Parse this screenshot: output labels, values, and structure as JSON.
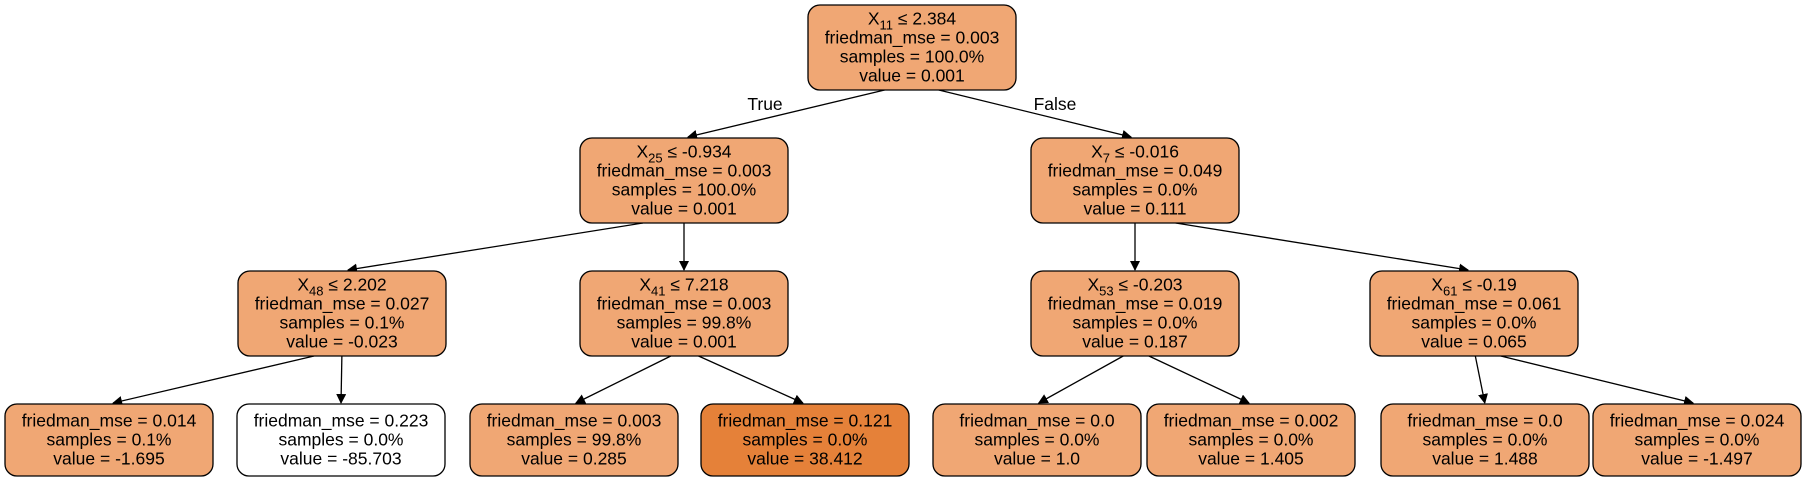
{
  "tree": {
    "edge_labels": {
      "true_label": "True",
      "false_label": "False"
    },
    "nodes": [
      {
        "id": "n0",
        "feature": "X",
        "sub": "11",
        "op": "≤ 2.384",
        "mse": "friedman_mse = 0.003",
        "samples": "samples = 100.0%",
        "value": "value = 0.001",
        "fill": "#f0a774"
      },
      {
        "id": "n1",
        "feature": "X",
        "sub": "25",
        "op": "≤ -0.934",
        "mse": "friedman_mse = 0.003",
        "samples": "samples = 100.0%",
        "value": "value = 0.001",
        "fill": "#f0a774"
      },
      {
        "id": "n2",
        "feature": "X",
        "sub": "7",
        "op": "≤ -0.016",
        "mse": "friedman_mse = 0.049",
        "samples": "samples = 0.0%",
        "value": "value = 0.111",
        "fill": "#f0a774"
      },
      {
        "id": "n3",
        "feature": "X",
        "sub": "48",
        "op": "≤ 2.202",
        "mse": "friedman_mse = 0.027",
        "samples": "samples = 0.1%",
        "value": "value = -0.023",
        "fill": "#f0a774"
      },
      {
        "id": "n4",
        "feature": "X",
        "sub": "41",
        "op": "≤ 7.218",
        "mse": "friedman_mse = 0.003",
        "samples": "samples = 99.8%",
        "value": "value = 0.001",
        "fill": "#f0a774"
      },
      {
        "id": "n5",
        "feature": "X",
        "sub": "53",
        "op": "≤ -0.203",
        "mse": "friedman_mse = 0.019",
        "samples": "samples = 0.0%",
        "value": "value = 0.187",
        "fill": "#f0a774"
      },
      {
        "id": "n6",
        "feature": "X",
        "sub": "61",
        "op": "≤ -0.19",
        "mse": "friedman_mse = 0.061",
        "samples": "samples = 0.0%",
        "value": "value = 0.065",
        "fill": "#f0a774"
      },
      {
        "id": "n7",
        "mse": "friedman_mse = 0.014",
        "samples": "samples = 0.1%",
        "value": "value = -1.695",
        "fill": "#f0a774"
      },
      {
        "id": "n8",
        "mse": "friedman_mse = 0.223",
        "samples": "samples = 0.0%",
        "value": "value = -85.703",
        "fill": "#ffffff"
      },
      {
        "id": "n9",
        "mse": "friedman_mse = 0.003",
        "samples": "samples = 99.8%",
        "value": "value = 0.285",
        "fill": "#f0a774"
      },
      {
        "id": "n10",
        "mse": "friedman_mse = 0.121",
        "samples": "samples = 0.0%",
        "value": "value = 38.412",
        "fill": "#e58139"
      },
      {
        "id": "n11",
        "mse": "friedman_mse = 0.0",
        "samples": "samples = 0.0%",
        "value": "value = 1.0",
        "fill": "#f0a774"
      },
      {
        "id": "n12",
        "mse": "friedman_mse = 0.002",
        "samples": "samples = 0.0%",
        "value": "value = 1.405",
        "fill": "#f0a774"
      },
      {
        "id": "n13",
        "mse": "friedman_mse = 0.0",
        "samples": "samples = 0.0%",
        "value": "value = 1.488",
        "fill": "#f0a774"
      },
      {
        "id": "n14",
        "mse": "friedman_mse = 0.024",
        "samples": "samples = 0.0%",
        "value": "value = -1.497",
        "fill": "#f0a774"
      }
    ],
    "edges": [
      {
        "from": "n0",
        "to": "n1",
        "label": "true_label"
      },
      {
        "from": "n0",
        "to": "n2",
        "label": "false_label"
      },
      {
        "from": "n1",
        "to": "n3"
      },
      {
        "from": "n1",
        "to": "n4"
      },
      {
        "from": "n2",
        "to": "n5"
      },
      {
        "from": "n2",
        "to": "n6"
      },
      {
        "from": "n3",
        "to": "n7"
      },
      {
        "from": "n3",
        "to": "n8"
      },
      {
        "from": "n4",
        "to": "n9"
      },
      {
        "from": "n4",
        "to": "n10"
      },
      {
        "from": "n5",
        "to": "n11"
      },
      {
        "from": "n5",
        "to": "n12"
      },
      {
        "from": "n6",
        "to": "n13"
      },
      {
        "from": "n6",
        "to": "n14"
      }
    ]
  }
}
